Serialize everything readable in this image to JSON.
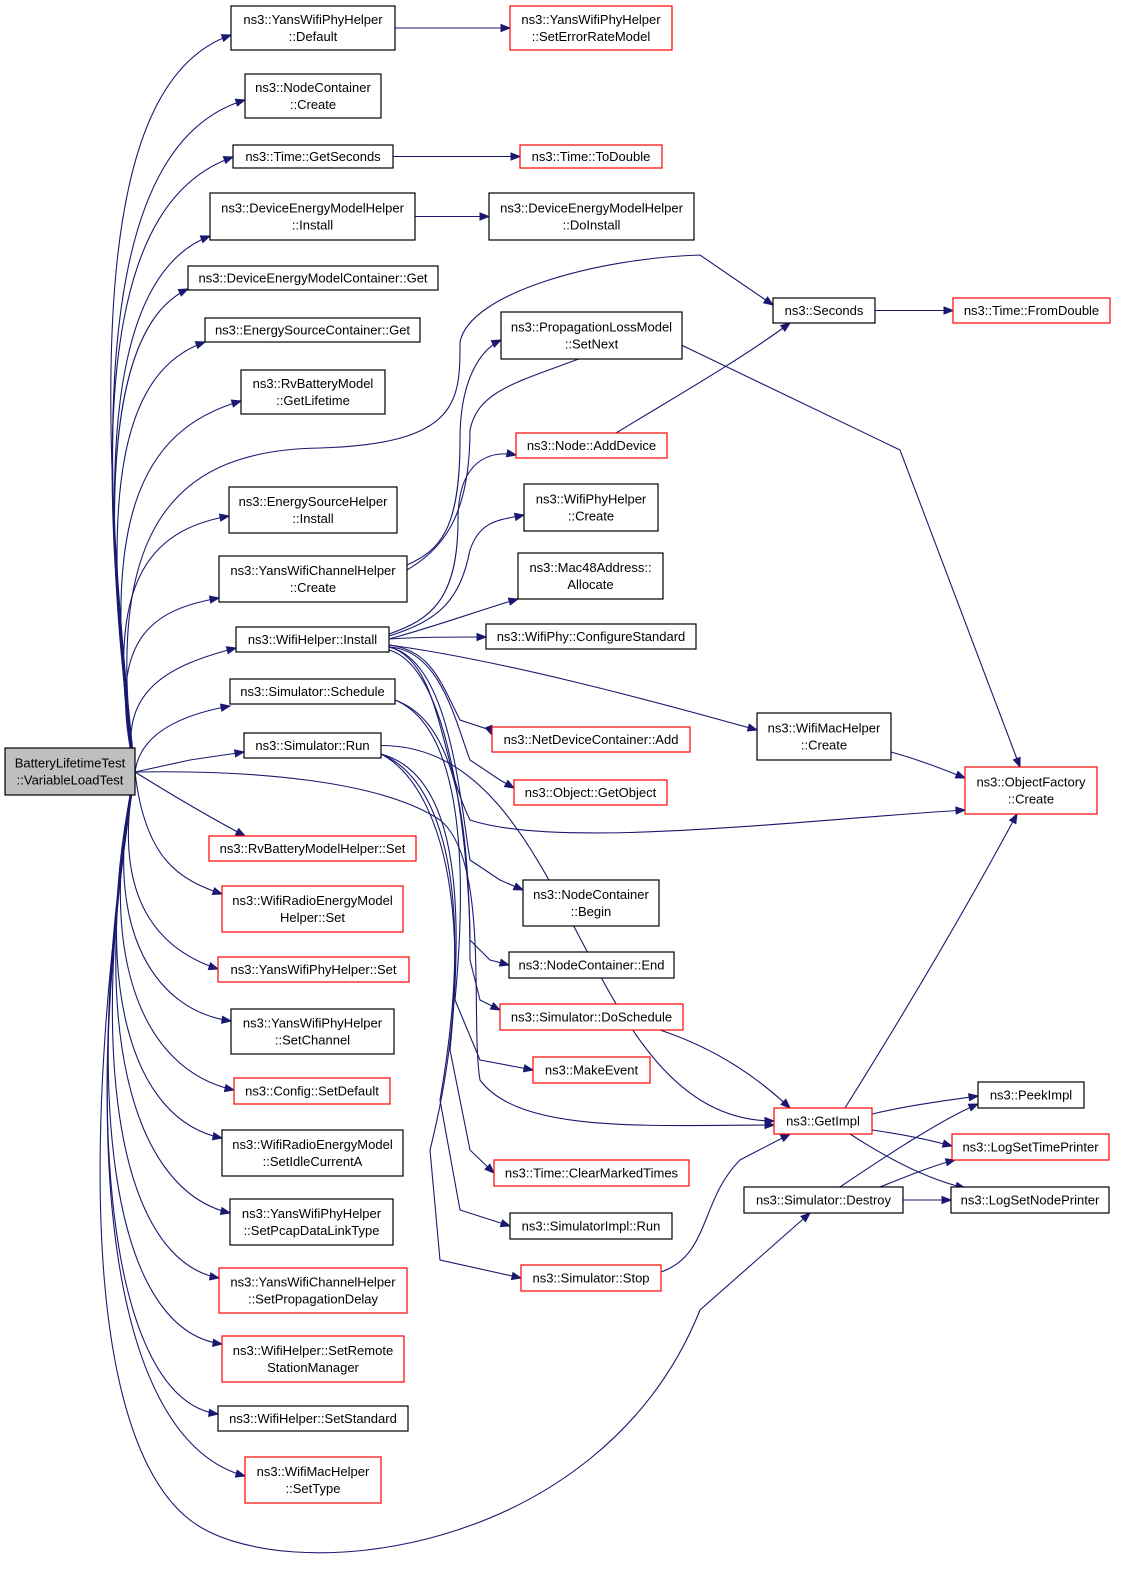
{
  "colors": {
    "edge": "#191970",
    "plain_border": "#000000",
    "linked_border": "#ff0000",
    "root_fill": "#bfbfbf"
  },
  "nodes": {
    "root": {
      "lines": [
        "BatteryLifetimeTest",
        "::VariableLoadTest"
      ]
    },
    "yans_phy_default": {
      "lines": [
        "ns3::YansWifiPhyHelper",
        "::Default"
      ]
    },
    "set_error_rate_model": {
      "lines": [
        "ns3::YansWifiPhyHelper",
        "::SetErrorRateModel"
      ]
    },
    "node_container_create": {
      "lines": [
        "ns3::NodeContainer",
        "::Create"
      ]
    },
    "time_get_seconds": {
      "lines": [
        "ns3::Time::GetSeconds"
      ]
    },
    "time_to_double": {
      "lines": [
        "ns3::Time::ToDouble"
      ]
    },
    "dem_helper_install": {
      "lines": [
        "ns3::DeviceEnergyModelHelper",
        "::Install"
      ]
    },
    "dem_helper_doinstall": {
      "lines": [
        "ns3::DeviceEnergyModelHelper",
        "::DoInstall"
      ]
    },
    "dem_container_get": {
      "lines": [
        "ns3::DeviceEnergyModelContainer::Get"
      ]
    },
    "seconds": {
      "lines": [
        "ns3::Seconds"
      ]
    },
    "time_from_double": {
      "lines": [
        "ns3::Time::FromDouble"
      ]
    },
    "energy_source_container_get": {
      "lines": [
        "ns3::EnergySourceContainer::Get"
      ]
    },
    "prop_loss_set_next": {
      "lines": [
        "ns3::PropagationLossModel",
        "::SetNext"
      ]
    },
    "rv_battery_get_lifetime": {
      "lines": [
        "ns3::RvBatteryModel",
        "::GetLifetime"
      ]
    },
    "node_add_device": {
      "lines": [
        "ns3::Node::AddDevice"
      ]
    },
    "energy_source_helper_install": {
      "lines": [
        "ns3::EnergySourceHelper",
        "::Install"
      ]
    },
    "wifi_phy_helper_create": {
      "lines": [
        "ns3::WifiPhyHelper",
        "::Create"
      ]
    },
    "yans_channel_create": {
      "lines": [
        "ns3::YansWifiChannelHelper",
        "::Create"
      ]
    },
    "mac48_allocate": {
      "lines": [
        "ns3::Mac48Address::",
        "Allocate"
      ]
    },
    "wifi_helper_install": {
      "lines": [
        "ns3::WifiHelper::Install"
      ]
    },
    "wifi_phy_configure_standard": {
      "lines": [
        "ns3::WifiPhy::ConfigureStandard"
      ]
    },
    "simulator_schedule": {
      "lines": [
        "ns3::Simulator::Schedule"
      ]
    },
    "wifi_mac_helper_create": {
      "lines": [
        "ns3::WifiMacHelper",
        "::Create"
      ]
    },
    "net_device_container_add": {
      "lines": [
        "ns3::NetDeviceContainer::Add"
      ]
    },
    "simulator_run": {
      "lines": [
        "ns3::Simulator::Run"
      ]
    },
    "object_factory_create": {
      "lines": [
        "ns3::ObjectFactory",
        "::Create"
      ]
    },
    "object_get_object": {
      "lines": [
        "ns3::Object::GetObject"
      ]
    },
    "rv_battery_helper_set": {
      "lines": [
        "ns3::RvBatteryModelHelper::Set"
      ]
    },
    "node_container_begin": {
      "lines": [
        "ns3::NodeContainer",
        "::Begin"
      ]
    },
    "wifi_radio_energy_helper_set": {
      "lines": [
        "ns3::WifiRadioEnergyModel",
        "Helper::Set"
      ]
    },
    "node_container_end": {
      "lines": [
        "ns3::NodeContainer::End"
      ]
    },
    "yans_phy_set": {
      "lines": [
        "ns3::YansWifiPhyHelper::Set"
      ]
    },
    "simulator_do_schedule": {
      "lines": [
        "ns3::Simulator::DoSchedule"
      ]
    },
    "yans_phy_set_channel": {
      "lines": [
        "ns3::YansWifiPhyHelper",
        "::SetChannel"
      ]
    },
    "make_event": {
      "lines": [
        "ns3::MakeEvent"
      ]
    },
    "config_set_default": {
      "lines": [
        "ns3::Config::SetDefault"
      ]
    },
    "peek_impl": {
      "lines": [
        "ns3::PeekImpl"
      ]
    },
    "get_impl": {
      "lines": [
        "ns3::GetImpl"
      ]
    },
    "wifi_radio_set_idle_current": {
      "lines": [
        "ns3::WifiRadioEnergyModel",
        "::SetIdleCurrentA"
      ]
    },
    "log_set_time_printer": {
      "lines": [
        "ns3::LogSetTimePrinter"
      ]
    },
    "time_clear_marked_times": {
      "lines": [
        "ns3::Time::ClearMarkedTimes"
      ]
    },
    "simulator_destroy": {
      "lines": [
        "ns3::Simulator::Destroy"
      ]
    },
    "log_set_node_printer": {
      "lines": [
        "ns3::LogSetNodePrinter"
      ]
    },
    "yans_phy_set_pcap": {
      "lines": [
        "ns3::YansWifiPhyHelper",
        "::SetPcapDataLinkType"
      ]
    },
    "simulator_impl_run": {
      "lines": [
        "ns3::SimulatorImpl::Run"
      ]
    },
    "yans_channel_set_prop_delay": {
      "lines": [
        "ns3::YansWifiChannelHelper",
        "::SetPropagationDelay"
      ]
    },
    "simulator_stop": {
      "lines": [
        "ns3::Simulator::Stop"
      ]
    },
    "wifi_helper_set_remote": {
      "lines": [
        "ns3::WifiHelper::SetRemote",
        "StationManager"
      ]
    },
    "wifi_helper_set_standard": {
      "lines": [
        "ns3::WifiHelper::SetStandard"
      ]
    },
    "wifi_mac_helper_set_type": {
      "lines": [
        "ns3::WifiMacHelper",
        "::SetType"
      ]
    }
  },
  "edges": [
    [
      "root",
      "yans_phy_default"
    ],
    [
      "root",
      "node_container_create"
    ],
    [
      "root",
      "time_get_seconds"
    ],
    [
      "root",
      "dem_helper_install"
    ],
    [
      "root",
      "dem_container_get"
    ],
    [
      "root",
      "energy_source_container_get"
    ],
    [
      "root",
      "rv_battery_get_lifetime"
    ],
    [
      "root",
      "seconds"
    ],
    [
      "root",
      "energy_source_helper_install"
    ],
    [
      "root",
      "yans_channel_create"
    ],
    [
      "root",
      "wifi_helper_install"
    ],
    [
      "root",
      "simulator_schedule"
    ],
    [
      "root",
      "simulator_run"
    ],
    [
      "root",
      "rv_battery_helper_set"
    ],
    [
      "root",
      "wifi_radio_energy_helper_set"
    ],
    [
      "root",
      "yans_phy_set"
    ],
    [
      "root",
      "yans_phy_set_channel"
    ],
    [
      "root",
      "config_set_default"
    ],
    [
      "root",
      "wifi_radio_set_idle_current"
    ],
    [
      "root",
      "yans_phy_set_pcap"
    ],
    [
      "root",
      "yans_channel_set_prop_delay"
    ],
    [
      "root",
      "wifi_helper_set_remote"
    ],
    [
      "root",
      "wifi_helper_set_standard"
    ],
    [
      "root",
      "wifi_mac_helper_set_type"
    ],
    [
      "root",
      "simulator_destroy"
    ],
    [
      "root",
      "get_impl"
    ],
    [
      "yans_phy_default",
      "set_error_rate_model"
    ],
    [
      "time_get_seconds",
      "time_to_double"
    ],
    [
      "dem_helper_install",
      "dem_helper_doinstall"
    ],
    [
      "seconds",
      "time_from_double"
    ],
    [
      "yans_channel_create",
      "prop_loss_set_next"
    ],
    [
      "yans_channel_create",
      "object_factory_create"
    ],
    [
      "node_add_device",
      "seconds"
    ],
    [
      "wifi_helper_install",
      "node_add_device"
    ],
    [
      "wifi_helper_install",
      "wifi_phy_helper_create"
    ],
    [
      "wifi_helper_install",
      "mac48_allocate"
    ],
    [
      "wifi_helper_install",
      "wifi_phy_configure_standard"
    ],
    [
      "wifi_helper_install",
      "wifi_mac_helper_create"
    ],
    [
      "wifi_helper_install",
      "net_device_container_add"
    ],
    [
      "wifi_helper_install",
      "object_get_object"
    ],
    [
      "wifi_helper_install",
      "object_factory_create"
    ],
    [
      "wifi_helper_install",
      "node_container_begin"
    ],
    [
      "wifi_helper_install",
      "node_container_end"
    ],
    [
      "wifi_mac_helper_create",
      "object_factory_create"
    ],
    [
      "simulator_schedule",
      "simulator_do_schedule"
    ],
    [
      "simulator_schedule",
      "make_event"
    ],
    [
      "simulator_run",
      "get_impl"
    ],
    [
      "simulator_run",
      "time_clear_marked_times"
    ],
    [
      "simulator_run",
      "simulator_impl_run"
    ],
    [
      "simulator_run",
      "simulator_stop"
    ],
    [
      "simulator_do_schedule",
      "get_impl"
    ],
    [
      "simulator_stop",
      "get_impl"
    ],
    [
      "get_impl",
      "object_factory_create"
    ],
    [
      "get_impl",
      "peek_impl"
    ],
    [
      "get_impl",
      "log_set_time_printer"
    ],
    [
      "get_impl",
      "log_set_node_printer"
    ],
    [
      "simulator_destroy",
      "peek_impl"
    ],
    [
      "simulator_destroy",
      "log_set_time_printer"
    ],
    [
      "simulator_destroy",
      "log_set_node_printer"
    ]
  ]
}
